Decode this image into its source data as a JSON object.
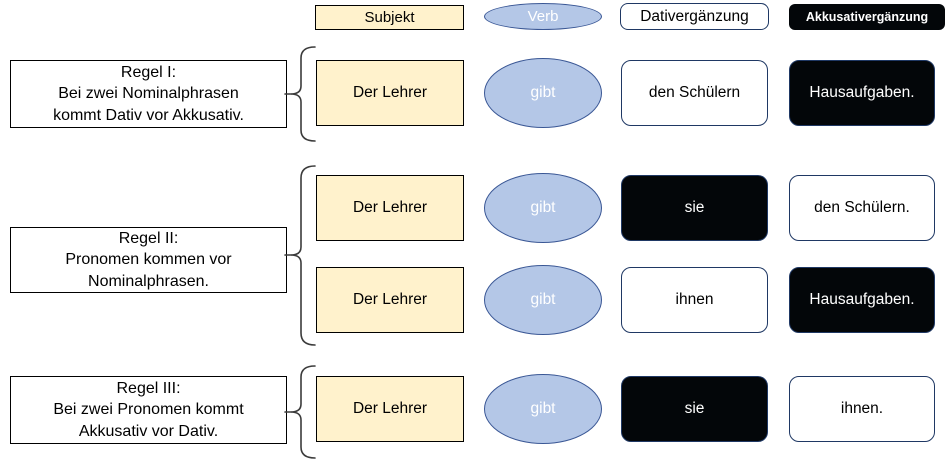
{
  "colors": {
    "tan": "#FFF2CC",
    "blue": "#B4C7E7",
    "blueBorder": "#3A5795",
    "navy": "#1F3864",
    "black": "#030609"
  },
  "header": {
    "subject": "Subjekt",
    "verb": "Verb",
    "dative": "Dativergänzung",
    "accusative": "Akkusativergänzung"
  },
  "rules": [
    {
      "lines": [
        "Regel I:",
        "Bei zwei Nominalphrasen",
        "kommt Dativ vor Akkusativ."
      ]
    },
    {
      "lines": [
        "Regel II:",
        "Pronomen kommen vor",
        "Nominalphrasen."
      ]
    },
    {
      "lines": [
        "Regel III:",
        "Bei zwei Pronomen kommt",
        "Akkusativ vor Dativ."
      ]
    }
  ],
  "rows": [
    {
      "subject": "Der Lehrer",
      "verb": "gibt",
      "slot3": {
        "text": "den Schülern",
        "variant": "light"
      },
      "slot4": {
        "text": "Hausaufgaben.",
        "variant": "dark"
      }
    },
    {
      "subject": "Der Lehrer",
      "verb": "gibt",
      "slot3": {
        "text": "sie",
        "variant": "dark"
      },
      "slot4": {
        "text": "den Schülern.",
        "variant": "light"
      }
    },
    {
      "subject": "Der Lehrer",
      "verb": "gibt",
      "slot3": {
        "text": "ihnen",
        "variant": "light"
      },
      "slot4": {
        "text": "Hausaufgaben.",
        "variant": "dark"
      }
    },
    {
      "subject": "Der Lehrer",
      "verb": "gibt",
      "slot3": {
        "text": "sie",
        "variant": "dark"
      },
      "slot4": {
        "text": "ihnen.",
        "variant": "light"
      }
    }
  ]
}
